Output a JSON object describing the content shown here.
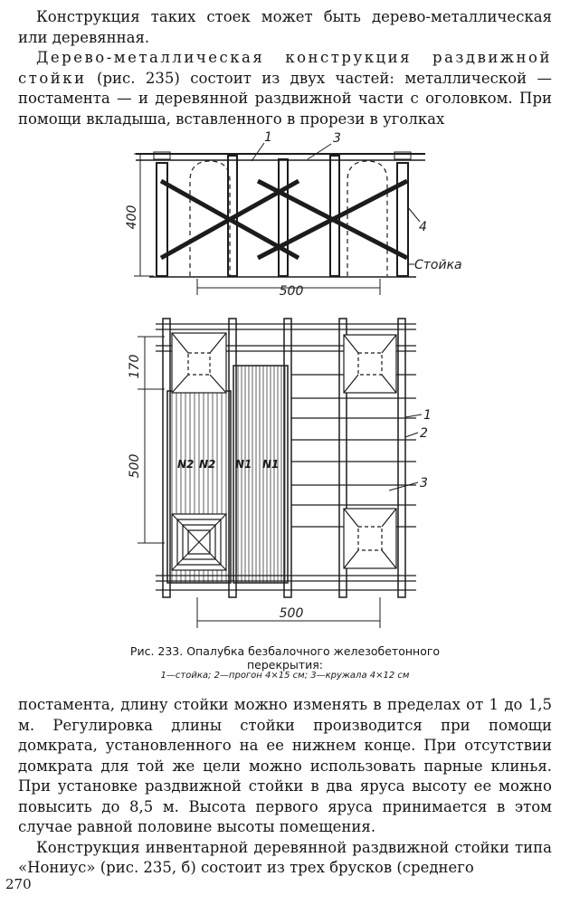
{
  "paragraphs": {
    "intro": "Конструкция таких стоек может быть дерево-металлическая или деревянная.",
    "p2_lead": "Дерево-металлическая конструкция раздвижной стойки",
    "p2_rest": " (рис. 235) состоит из двух частей: металлической — постамента — и деревянной раздвижной части с оголовком. При помощи вкладыша, вставленного в прорези в уголках",
    "p3": "постамента, длину стойки можно изменять в пределах от 1 до 1,5 м. Регулировка длины стойки производится при помощи домкрата, установленного на ее нижнем конце. При отсутствии домкрата для той же цели можно использовать парные клинья. При установке раздвижной стойки в два яруса высоту ее можно повысить до 8,5 м. Высота первого яруса принимается в этом случае равной половине высоты помещения.",
    "p4": "Конструкция инвентарной деревянной раздвижной стойки типа «Нониус» (рис. 235, б) состоит из трех брусков (среднего"
  },
  "figure": {
    "caption_line1": "Рис. 233. Опалубка безбалочного железобетонного",
    "caption_line2": "перекрытия:",
    "legend": "1—стойка;  2—прогон 4×15 см;  3—кружала 4×12 см",
    "elevation": {
      "dim_height": "400",
      "dim_span": "500",
      "label_1": "1",
      "label_3": "3",
      "label_4": "4",
      "label_post": "Стойка"
    },
    "plan": {
      "dim_170": "170",
      "dim_500_vertical": "500",
      "dim_500_horizontal": "500",
      "label_1": "1",
      "label_2": "2",
      "label_3": "3",
      "panel_labels": [
        "N2",
        "N2",
        "N1",
        "N1"
      ]
    }
  },
  "page_number": "270"
}
